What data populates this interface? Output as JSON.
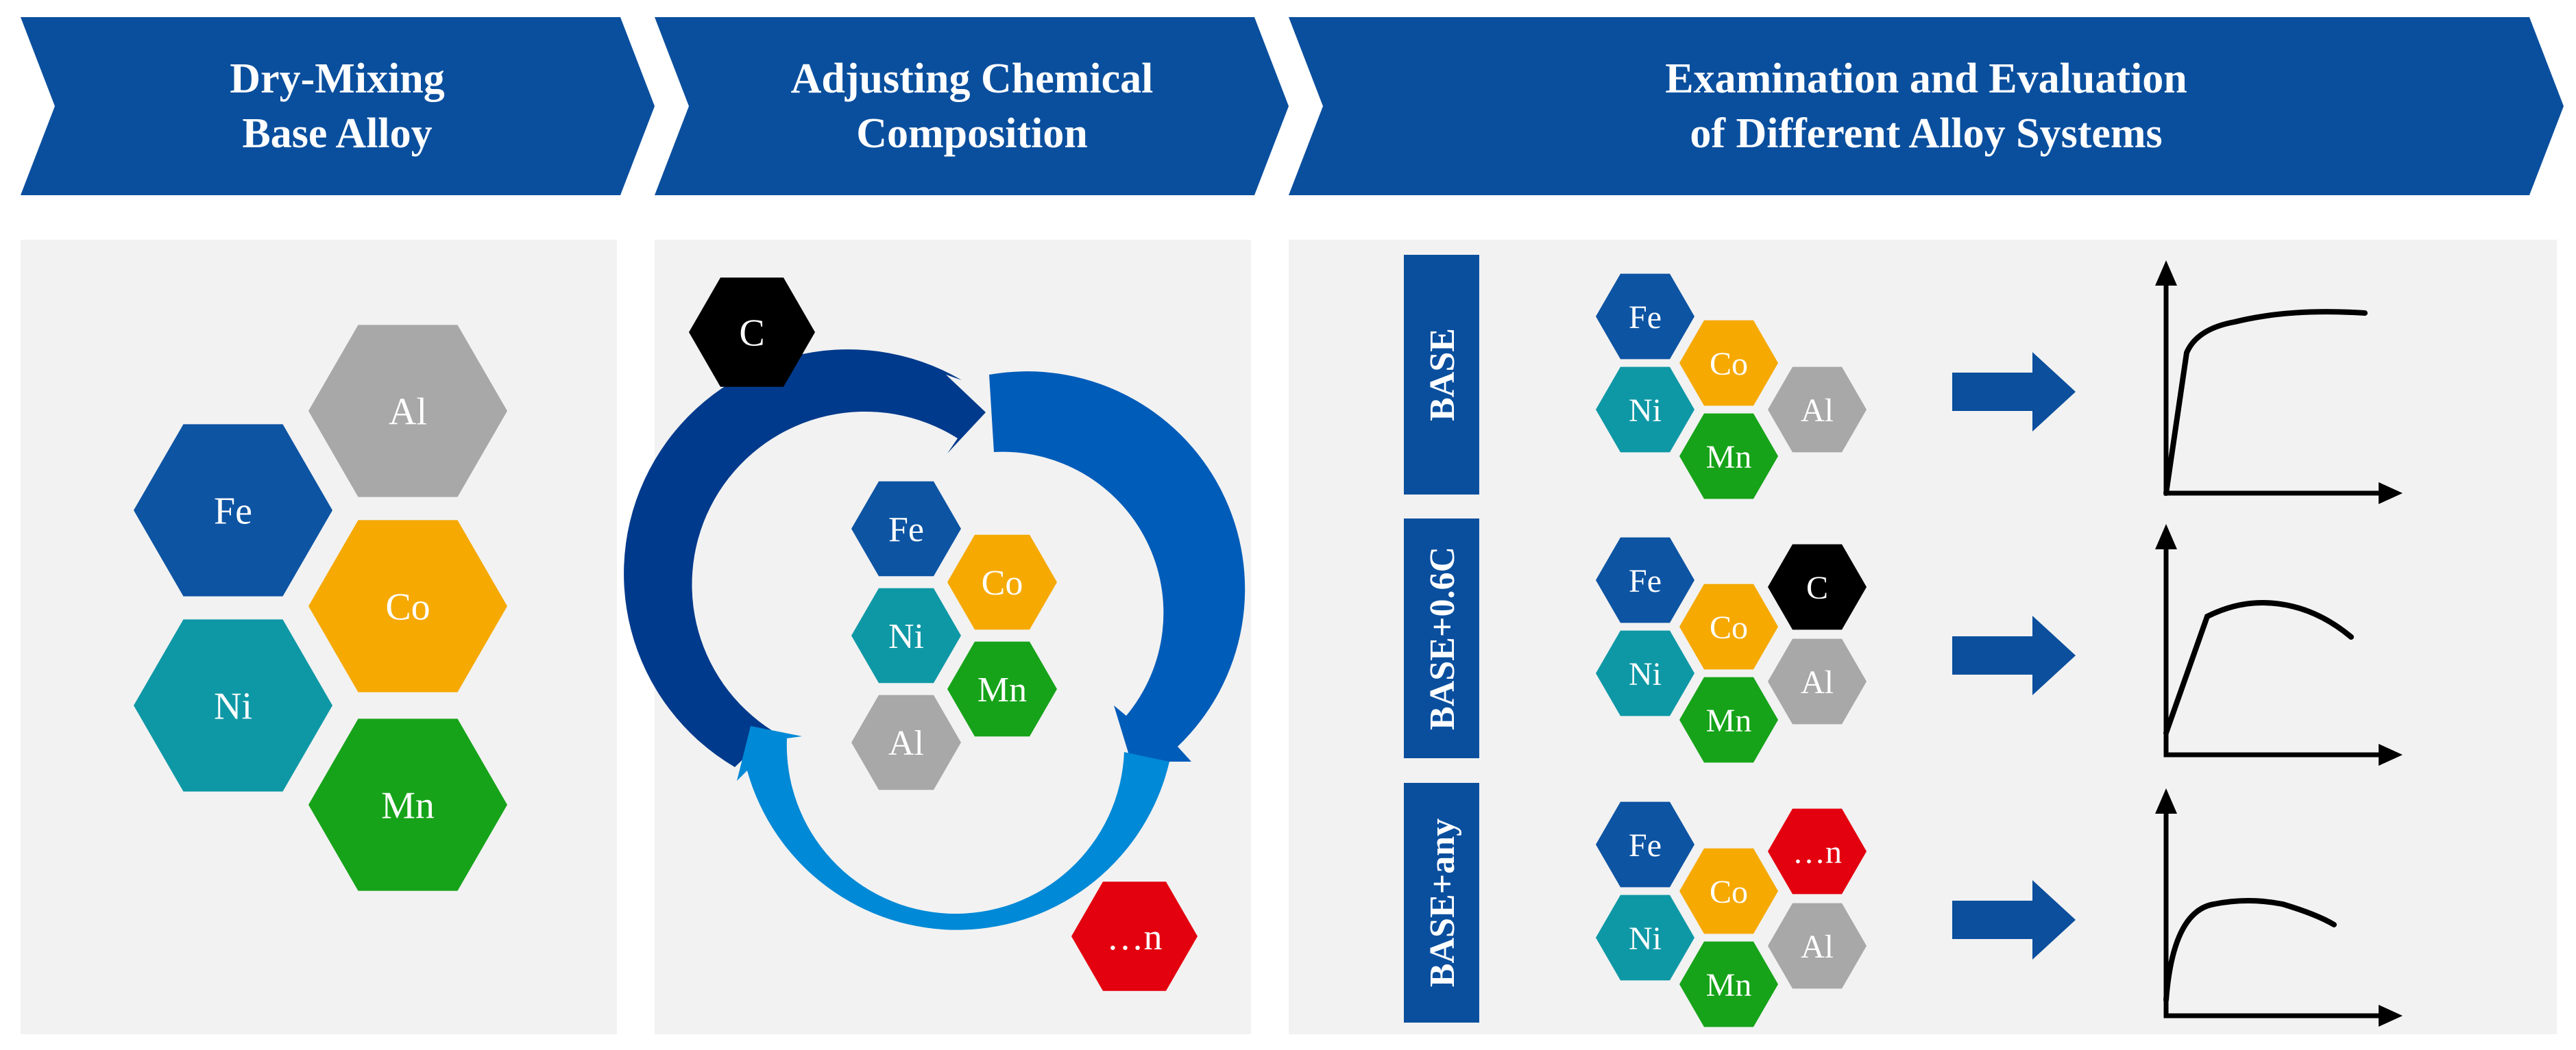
{
  "colors": {
    "header": "#0a4f9e",
    "panel": "#f2f2f2",
    "label_box": "#0a4f9e",
    "Fe": "#0d54a3",
    "Ni": "#0e98a6",
    "Co": "#f6a900",
    "Mn": "#16a319",
    "Al": "#a8a8a8",
    "C": "#000000",
    "n": "#e3000f",
    "arrow": "#0b4f9d",
    "cycle_dark": "#003a8c",
    "cycle_mid": "#005cb9",
    "cycle_light": "#0089d6"
  },
  "steps": [
    {
      "line1": "Dry-Mixing",
      "line2": "Base Alloy"
    },
    {
      "line1": "Adjusting  Chemical",
      "line2": "Composition"
    },
    {
      "line1": "Examination and Evaluation",
      "line2": "of Different Alloy Systems"
    }
  ],
  "elements": {
    "Fe": "Fe",
    "Al": "Al",
    "Co": "Co",
    "Ni": "Ni",
    "Mn": "Mn",
    "C": "C",
    "n": "…n"
  },
  "systems": [
    {
      "label": "BASE",
      "extra": "",
      "extra_color": ""
    },
    {
      "label": "BASE+0.6C",
      "extra": "C",
      "extra_color": "C"
    },
    {
      "label": "BASE+any",
      "extra": "…n",
      "extra_color": "n"
    }
  ]
}
